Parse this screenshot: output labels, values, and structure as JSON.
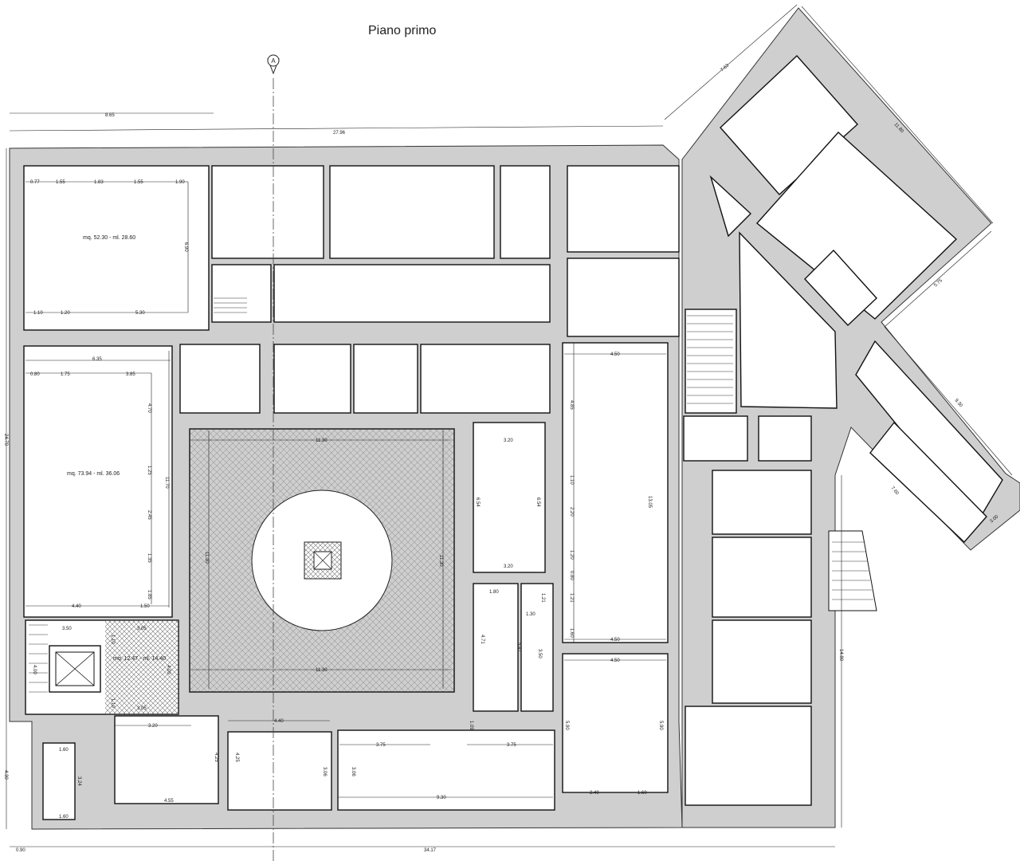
{
  "title": "Piano primo",
  "section_marker": "A",
  "areas": {
    "room_top_left": "mq. 52.30 - ml. 28.60",
    "room_mid_left": "mq. 73.94 - ml. 36.06",
    "room_stair": "mq. 12.47 - ml. 14.40"
  },
  "dims": {
    "top_865": "8.65",
    "top_2796": "27.96",
    "top_right_763": "7.63",
    "right_1180": "11.80",
    "right_575": "5.75",
    "right_930": "9.30",
    "right_760": "7.60",
    "right_300": "3.00",
    "right_1480": "14.80",
    "left_2470": "24.70",
    "left_430": "4.30",
    "bottom_090": "0.90",
    "bottom_3417": "34.17",
    "r1_077": "0.77",
    "r1_155a": "1.55",
    "r1_183": "1.83",
    "r1_155b": "1.55",
    "r1_190": "1.90",
    "r1_690": "6.90",
    "r1_110": "1.10",
    "r1_120": "1.20",
    "r1_530": "5.30",
    "r2_635": "6.35",
    "r2_080": "0.80",
    "r2_175": "1.75",
    "r2_385": "3.85",
    "r2_470": "4.70",
    "r2_125": "1.25",
    "r2_1170": "11.70",
    "r2_245": "2.45",
    "r2_135": "1.35",
    "r2_185": "1.85",
    "r2_440": "4.40",
    "r2_150": "1.50",
    "st_350": "3.50",
    "st_305a": "3.05",
    "st_110a": "1.10",
    "st_400a": "4.00",
    "st_400b": "4.00",
    "st_110b": "1.10",
    "st_305b": "3.05",
    "c_1130a": "11.30",
    "c_1130b": "11.30",
    "c_1130c": "11.30",
    "c_1130d": "11.30",
    "m_320a": "3.20",
    "m_654a": "6.54",
    "m_654b": "6.54",
    "m_320b": "3.20",
    "m_180": "1.80",
    "m_471": "4.71",
    "m_541": "5.41",
    "m_121": "1.21",
    "m_130": "1.30",
    "m_350": "3.50",
    "e_450a": "4.50",
    "e_485": "4.85",
    "e_1305": "13.05",
    "e_110": "1.10",
    "e_220": "2.20",
    "e_120": "1.20",
    "e_080": "0.80",
    "e_121": "1.21",
    "e_160": "1.60",
    "e_450b": "4.50",
    "e_450c": "4.50",
    "e_590a": "5.90",
    "e_590b": "5.90",
    "e_240": "2.40",
    "e_160b": "1.60",
    "b_320": "3.20",
    "b_440": "4.40",
    "b_160a": "1.60",
    "b_324": "3.24",
    "b_160b": "1.60",
    "b_425a": "4.25",
    "b_425b": "4.25",
    "b_455": "4.55",
    "b_306a": "3.06",
    "b_306b": "3.06",
    "b_375a": "3.75",
    "b_375b": "3.75",
    "b_109": "1.09",
    "b_930": "9.30"
  }
}
